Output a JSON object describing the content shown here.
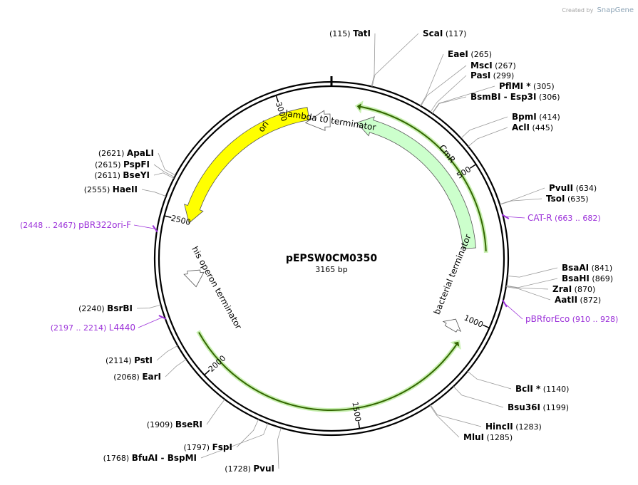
{
  "watermark": {
    "created": "Created by",
    "brand": "SnapGene"
  },
  "plasmid": {
    "name": "pEPSW0CM0350",
    "length_label": "3165 bp",
    "length": 3165
  },
  "ticks": [
    {
      "bp": 500,
      "label": "500"
    },
    {
      "bp": 1000,
      "label": "1000"
    },
    {
      "bp": 1500,
      "label": "1500"
    },
    {
      "bp": 2000,
      "label": "2000"
    },
    {
      "bp": 2500,
      "label": "2500"
    },
    {
      "bp": 3000,
      "label": "3000"
    }
  ],
  "features": [
    {
      "name": "CmR",
      "start": 93,
      "end": 754,
      "direction": "reverse",
      "color": "#ccffcc"
    },
    {
      "name": "ori",
      "start": 2497,
      "end": 3085,
      "direction": "reverse",
      "color": "#ffff00"
    },
    {
      "name": "lambda t0 terminator",
      "start": 3070,
      "end": 3160,
      "direction": "reverse",
      "color": "#ffffff"
    },
    {
      "name": "bacterial terminator",
      "start": 1020,
      "end": 1060,
      "direction": "reverse",
      "color": "#ffffff"
    },
    {
      "name": "his operon terminator",
      "start": 2270,
      "end": 2330,
      "direction": "reverse",
      "color": "#ffffff"
    }
  ],
  "orfs": [
    {
      "start": 80,
      "end": 770,
      "direction": "reverse",
      "color": "#88cc66"
    },
    {
      "start": 1080,
      "end": 2120,
      "direction": "reverse",
      "color": "#88cc66"
    }
  ],
  "enzymes": [
    {
      "name": "TatI",
      "pos": "(115)",
      "side": "left"
    },
    {
      "name": "ScaI",
      "pos": "(117)",
      "side": "right"
    },
    {
      "name": "EaeI",
      "pos": "(265)",
      "side": "right"
    },
    {
      "name": "MscI",
      "pos": "(267)",
      "side": "right"
    },
    {
      "name": "PasI",
      "pos": "(299)",
      "side": "right"
    },
    {
      "name": "PflMI *",
      "pos": "(305)",
      "side": "right"
    },
    {
      "name": "BsmBI",
      "name2": "Esp3I",
      "pos": "(306)",
      "side": "right"
    },
    {
      "name": "BpmI",
      "pos": "(414)",
      "side": "right"
    },
    {
      "name": "AclI",
      "pos": "(445)",
      "side": "right"
    },
    {
      "name": "PvuII",
      "pos": "(634)",
      "side": "right"
    },
    {
      "name": "TsoI",
      "pos": "(635)",
      "side": "right"
    },
    {
      "name": "BsaAI",
      "pos": "(841)",
      "side": "right"
    },
    {
      "name": "BsaHI",
      "pos": "(869)",
      "side": "right"
    },
    {
      "name": "ZraI",
      "pos": "(870)",
      "side": "right"
    },
    {
      "name": "AatII",
      "pos": "(872)",
      "side": "right"
    },
    {
      "name": "BclI *",
      "pos": "(1140)",
      "side": "right"
    },
    {
      "name": "Bsu36I",
      "pos": "(1199)",
      "side": "right"
    },
    {
      "name": "HincII",
      "pos": "(1283)",
      "side": "right"
    },
    {
      "name": "MluI",
      "pos": "(1285)",
      "side": "right"
    },
    {
      "name": "PvuI",
      "pos": "(1728)",
      "side": "left"
    },
    {
      "name": "BfuAI",
      "name2": "BspMI",
      "pos": "(1768)",
      "side": "left"
    },
    {
      "name": "FspI",
      "pos": "(1797)",
      "side": "left"
    },
    {
      "name": "BseRI",
      "pos": "(1909)",
      "side": "left"
    },
    {
      "name": "EarI",
      "pos": "(2068)",
      "side": "left"
    },
    {
      "name": "PstI",
      "pos": "(2114)",
      "side": "left"
    },
    {
      "name": "BsrBI",
      "pos": "(2240)",
      "side": "left"
    },
    {
      "name": "HaeII",
      "pos": "(2555)",
      "side": "left"
    },
    {
      "name": "BseYI",
      "pos": "(2611)",
      "side": "left"
    },
    {
      "name": "PspFI",
      "pos": "(2615)",
      "side": "left"
    },
    {
      "name": "ApaLI",
      "pos": "(2621)",
      "side": "left"
    }
  ],
  "primers": [
    {
      "name": "CAT-R",
      "pos": "(663 .. 682)",
      "side": "right",
      "color": "#9b30d9"
    },
    {
      "name": "pBRforEco",
      "pos": "(910 .. 928)",
      "side": "right",
      "color": "#9b30d9"
    },
    {
      "name": "L4440",
      "pos": "(2197 .. 2214)",
      "side": "left",
      "color": "#9b30d9"
    },
    {
      "name": "pBR322ori-F",
      "pos": "(2448 .. 2467)",
      "side": "left",
      "color": "#9b30d9"
    }
  ]
}
